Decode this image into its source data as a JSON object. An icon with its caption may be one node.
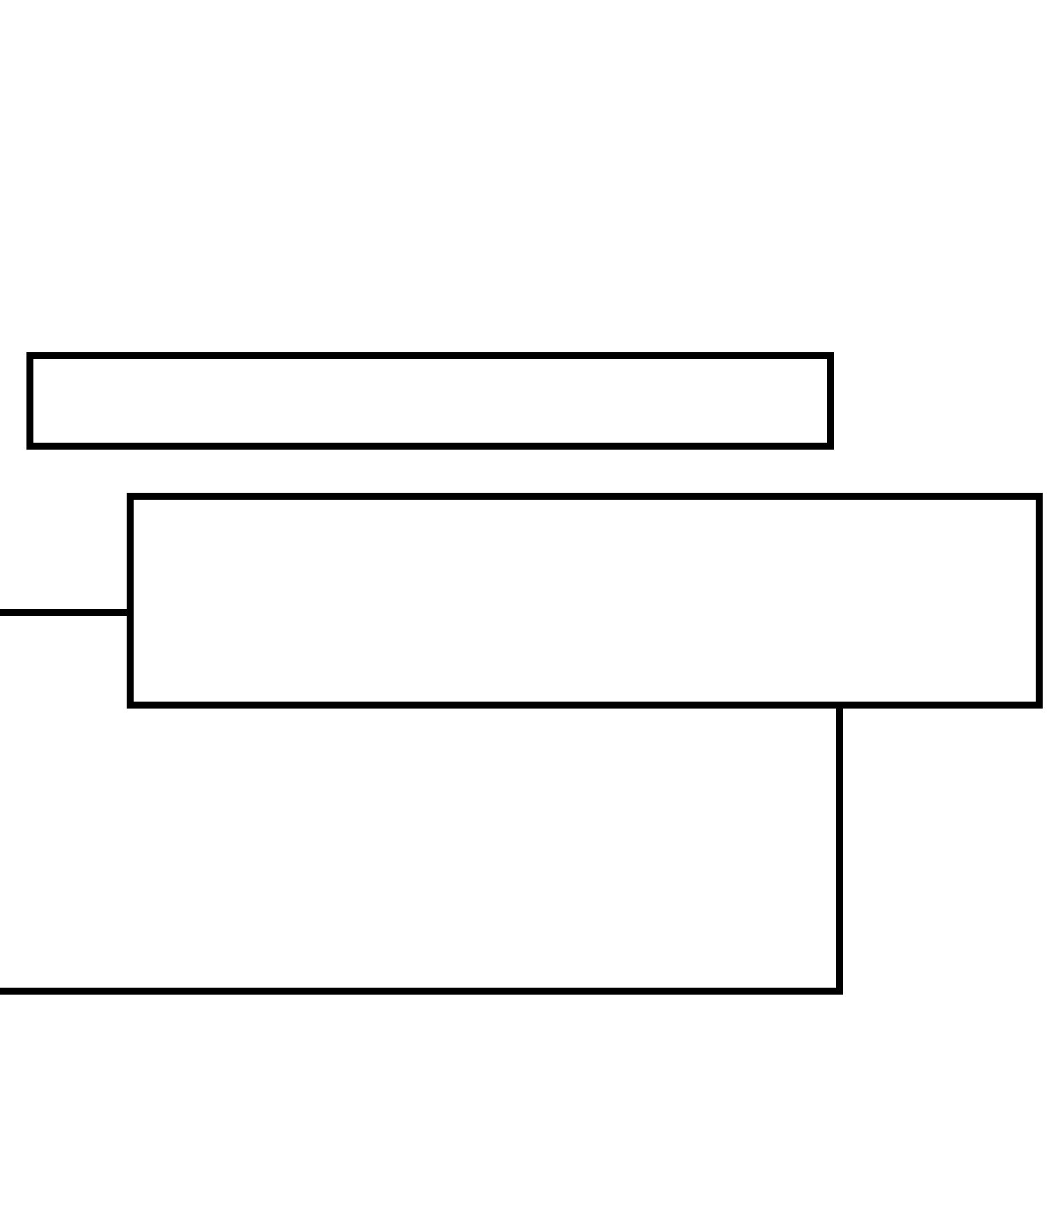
{
  "diagram": {
    "nodes": [
      {
        "text": [],
        "shape": "box"
      },
      {
        "text": [],
        "shape": "box"
      }
    ],
    "edges": [
      {
        "from": null,
        "to": 1,
        "arrow": "none"
      },
      {
        "from": 1,
        "to": null,
        "arrow": "none"
      }
    ]
  }
}
